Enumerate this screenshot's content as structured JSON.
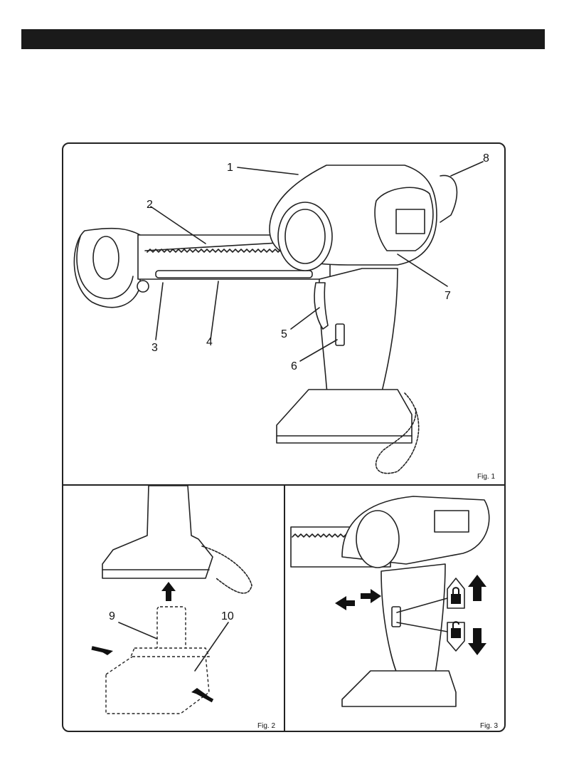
{
  "figures": {
    "fig1": {
      "caption": "Fig. 1",
      "callouts": [
        "1",
        "2",
        "3",
        "4",
        "5",
        "6",
        "7",
        "8"
      ]
    },
    "fig2": {
      "caption": "Fig. 2",
      "callouts": [
        "9",
        "10"
      ]
    },
    "fig3": {
      "caption": "Fig. 3"
    }
  },
  "icons": [
    "lock-icon",
    "unlock-icon",
    "arrow-up-icon",
    "arrow-down-icon",
    "arrow-left-icon",
    "arrow-right-icon"
  ]
}
